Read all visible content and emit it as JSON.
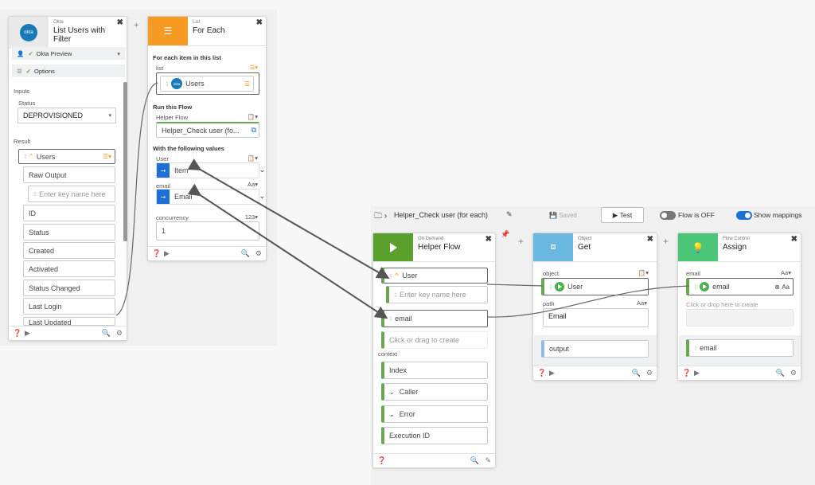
{
  "list_users": {
    "category": "Okta",
    "title": "List Users with Filter",
    "connection": "Okta Preview",
    "options": "Options",
    "inputs_label": "Inputs",
    "status_label": "Status",
    "status_value": "DEPROVISIONED",
    "result_label": "Result",
    "users_label": "Users",
    "fields": [
      "Raw Output",
      "Enter key name here",
      "ID",
      "Status",
      "Created",
      "Activated",
      "Status Changed",
      "Last Login",
      "Last Updated"
    ]
  },
  "for_each": {
    "category": "List",
    "title": "For Each",
    "section_list": "For each item in this list",
    "list_label": "list",
    "list_chip": "Users",
    "section_run": "Run this Flow",
    "helper_label": "Helper Flow",
    "helper_value": "Helper_Check user (fo...",
    "section_values": "With the following values",
    "user_label": "User",
    "user_value": "Item",
    "email_label": "email",
    "email_type": "Aa",
    "email_value": "Email",
    "concurrency_label": "concurrency",
    "concurrency_type": "123",
    "concurrency_value": "1"
  },
  "flow": {
    "name": "Helper_Check user (for each)",
    "saved_label": "Saved",
    "test_label": "Test",
    "flow_status": "Flow is OFF",
    "show_mappings": "Show mappings"
  },
  "helper_card": {
    "category": "On Demand",
    "title": "Helper Flow",
    "user_field": "User",
    "key_placeholder": "Enter key name here",
    "email_field": "email",
    "create_placeholder": "Click or drag to create",
    "context_label": "context",
    "context_fields": [
      "Index",
      "Caller",
      "Error",
      "Execution ID"
    ]
  },
  "object_get": {
    "category": "Object",
    "title": "Get",
    "object_label": "object",
    "object_chip": "User",
    "path_label": "path",
    "path_type": "Aa",
    "path_value": "Email",
    "output_label": "output"
  },
  "assign": {
    "category": "Flow Control",
    "title": "Assign",
    "email_label": "email",
    "email_type": "Aa",
    "email_chip": "email",
    "chip_type": "Aa",
    "drop_placeholder": "Click or drop here to create",
    "output_email": "email"
  },
  "colors": {
    "okta_blue": "#1a7ab8",
    "for_each_orange": "#f59b23",
    "helper_green": "#5aa02c",
    "object_blue": "#6ab7e0",
    "assign_green": "#4cc77a",
    "mapping_blue": "#1b6fd6"
  }
}
